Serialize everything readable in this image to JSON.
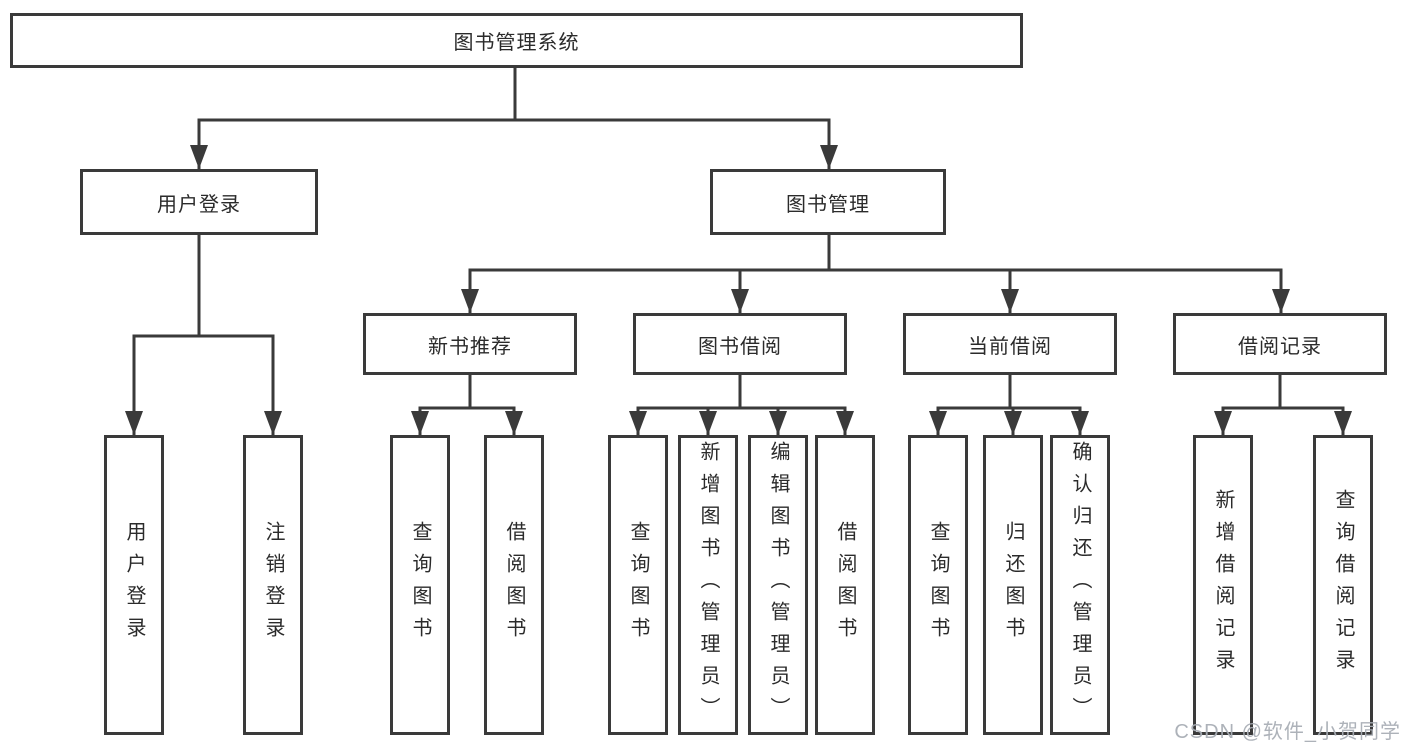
{
  "diagram": {
    "title": "图书管理系统",
    "branches": [
      {
        "label": "用户登录",
        "children": [
          "用户登录",
          "注销登录"
        ]
      },
      {
        "label": "图书管理",
        "groups": [
          {
            "label": "新书推荐",
            "children": [
              "查询图书",
              "借阅图书"
            ]
          },
          {
            "label": "图书借阅",
            "children": [
              "查询图书",
              "新增图书（管理员）",
              "编辑图书（管理员）",
              "借阅图书"
            ]
          },
          {
            "label": "当前借阅",
            "children": [
              "查询图书",
              "归还图书",
              "确认归还（管理员）"
            ]
          },
          {
            "label": "借阅记录",
            "children": [
              "新增借阅记录",
              "查询借阅记录"
            ]
          }
        ]
      }
    ]
  },
  "watermark": {
    "text": "CSDN @软件_小贺同学"
  },
  "colors": {
    "line": "#3a3a3a",
    "text": "#2b2b2b",
    "box_fill": "#ffffff",
    "watermark": "#a9aeb6"
  }
}
